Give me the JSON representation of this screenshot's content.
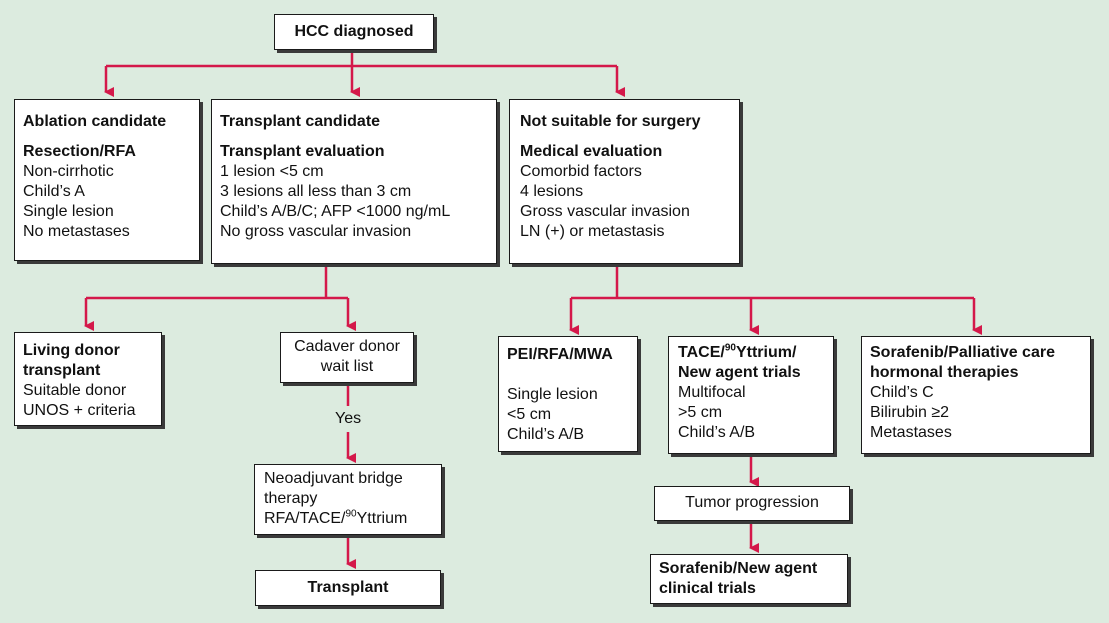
{
  "colors": {
    "background": "#dcebdf",
    "connector": "#d4184a",
    "box_border": "#1a1a1a",
    "box_fill": "#ffffff"
  },
  "root": {
    "label": "HCC diagnosed"
  },
  "ablation": {
    "title": "Ablation candidate",
    "subtitle": "Resection/RFA",
    "items": [
      "Non-cirrhotic",
      "Child’s A",
      "Single lesion",
      "No metastases"
    ]
  },
  "transplant": {
    "title": "Transplant candidate",
    "subtitle": "Transplant evaluation",
    "items": [
      "1 lesion <5 cm",
      "3 lesions all less than 3 cm",
      "Child’s A/B/C; AFP <1000 ng/mL",
      "No gross vascular invasion"
    ]
  },
  "not_suitable": {
    "title": "Not suitable for surgery",
    "subtitle": "Medical evaluation",
    "items": [
      "Comorbid factors",
      "4 lesions",
      "Gross vascular invasion",
      "LN (+) or metastasis"
    ]
  },
  "living_donor": {
    "title_lines": [
      "Living donor",
      "transplant"
    ],
    "items": [
      "Suitable donor",
      "UNOS + criteria"
    ]
  },
  "cadaver": {
    "lines": [
      "Cadaver donor",
      "wait list"
    ]
  },
  "yes_label": "Yes",
  "neoadjuvant": {
    "lines": [
      "Neoadjuvant bridge",
      "therapy"
    ],
    "last_prefix": "RFA/TACE/",
    "last_sup": "90",
    "last_suffix": "Yttrium"
  },
  "transplant_final": {
    "label": "Transplant"
  },
  "pei": {
    "title": "PEI/RFA/MWA",
    "items": [
      "Single lesion",
      "<5 cm",
      "Child’s A/B"
    ]
  },
  "tace": {
    "title_prefix": "TACE/",
    "title_sup": "90",
    "title_suffix": "Yttrium/",
    "title_line2": "New agent trials",
    "items": [
      "Multifocal",
      ">5 cm",
      "Child’s A/B"
    ]
  },
  "sorafenib_palliative": {
    "title_lines": [
      "Sorafenib/Palliative care",
      "hormonal therapies"
    ],
    "items": [
      "Child’s C",
      "Bilirubin ≥2",
      "Metastases"
    ]
  },
  "tumor_progression": {
    "label": "Tumor progression"
  },
  "sorafenib_trials": {
    "title_lines": [
      "Sorafenib/New agent",
      "clinical trials"
    ]
  }
}
